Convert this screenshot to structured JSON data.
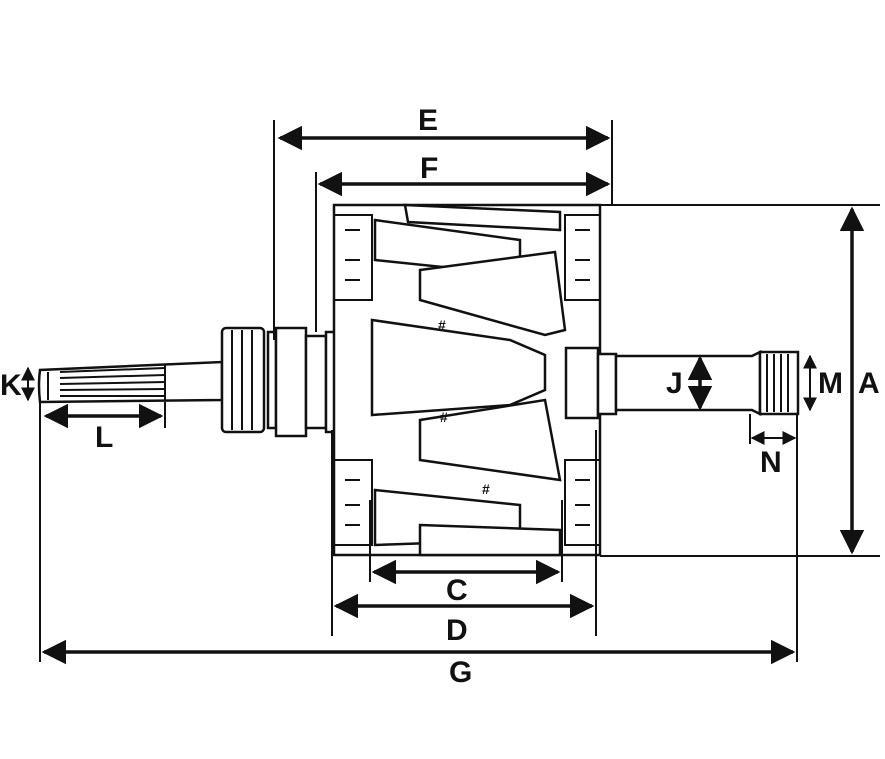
{
  "diagram": {
    "labels": {
      "A": "A",
      "C": "C",
      "D": "D",
      "E": "E",
      "F": "F",
      "G": "G",
      "J": "J",
      "K": "K",
      "L": "L",
      "M": "M",
      "N": "N"
    },
    "line_color": "#111111",
    "background": "#ffffff"
  }
}
